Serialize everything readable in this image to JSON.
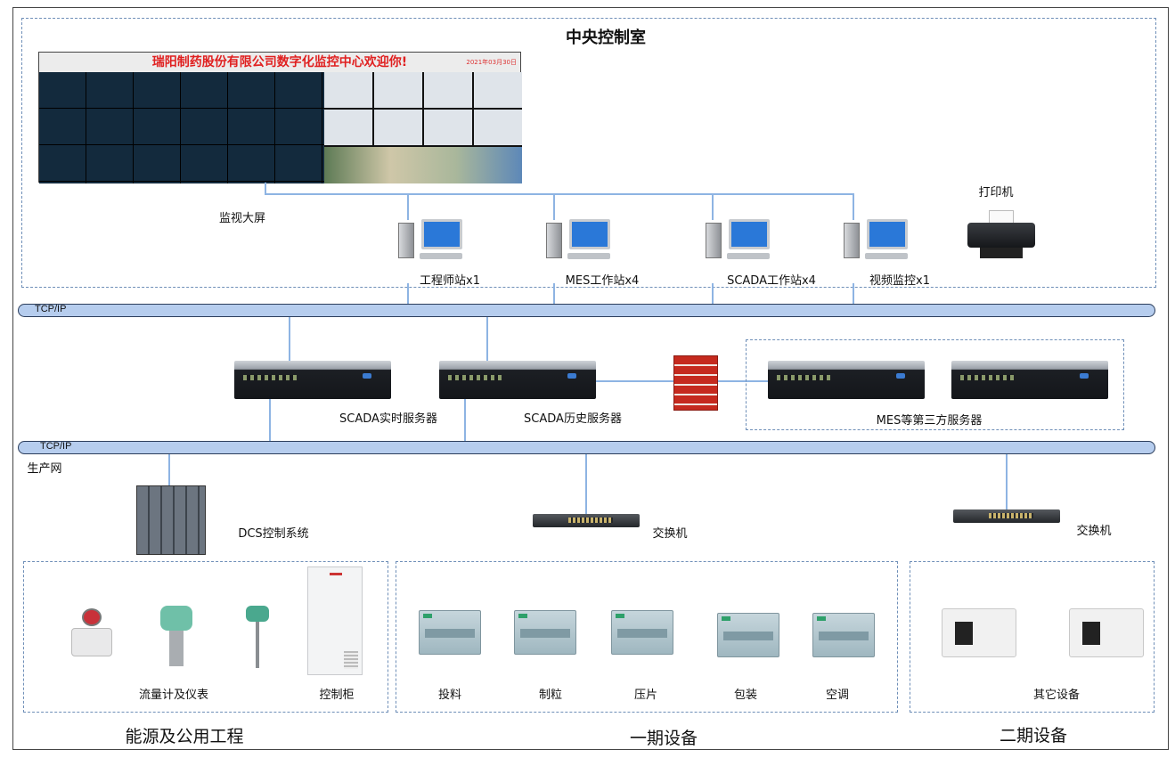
{
  "control_room": {
    "title": "中央控制室",
    "video_wall": {
      "banner": "瑞阳制药股份有限公司数字化监控中心欢迎你!",
      "date": "2021年03月30日",
      "label": "监视大屏"
    },
    "stations": [
      {
        "label": "工程师站x1"
      },
      {
        "label": "MES工作站x4"
      },
      {
        "label": "SCADA工作站x4"
      },
      {
        "label": "视频监控x1"
      }
    ],
    "printer_label": "打印机"
  },
  "networks": {
    "top_bus": "TCP/IP",
    "bottom_bus": "TCP/IP",
    "production_net": "生产网"
  },
  "servers": {
    "scada_realtime": "SCADA实时服务器",
    "scada_history": "SCADA历史服务器",
    "third_party": "MES等第三方服务器"
  },
  "field": {
    "dcs": "DCS控制系统",
    "switch1": "交换机",
    "switch2": "交换机",
    "utility": {
      "title": "能源及公用工程",
      "meters": "流量计及仪表",
      "cabinet": "控制柜"
    },
    "phase1": {
      "title": "一期设备",
      "items": [
        "投料",
        "制粒",
        "压片",
        "包装",
        "空调"
      ]
    },
    "phase2": {
      "title": "二期设备",
      "items": [
        "其它设备"
      ]
    }
  },
  "colors": {
    "link": "#8eb4e3",
    "bus": "#b6cdee",
    "banner_text": "#e02020"
  }
}
